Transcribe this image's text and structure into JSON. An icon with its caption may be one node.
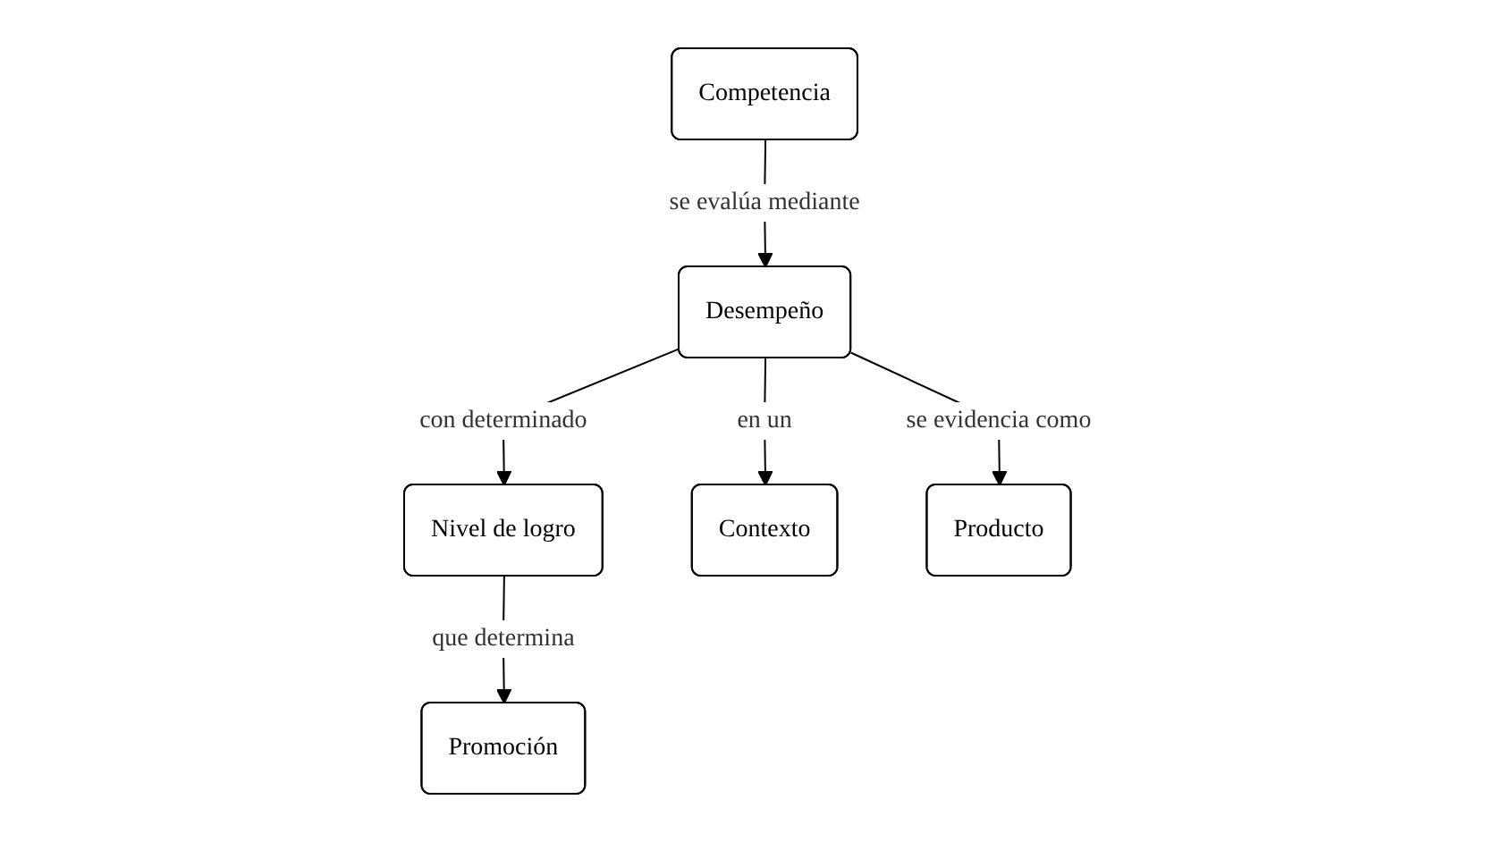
{
  "diagram": {
    "nodes": [
      {
        "text": [
          "Competencia"
        ]
      },
      {
        "text": [
          "Desempeño"
        ]
      },
      {
        "text": [
          "Nivel de logro"
        ]
      },
      {
        "text": [
          "Contexto"
        ]
      },
      {
        "text": [
          "Promoción"
        ]
      },
      {
        "text": [
          "Producto"
        ]
      }
    ],
    "edges": [
      {
        "from": 0,
        "to": 1,
        "arrow": "to",
        "label": "se evalúa mediante"
      },
      {
        "from": 1,
        "to": 2,
        "arrow": "to",
        "label": "con determinado"
      },
      {
        "from": 1,
        "to": 3,
        "arrow": "to",
        "label": "en un"
      },
      {
        "from": 1,
        "to": 5,
        "arrow": "to",
        "label": "se evidencia como"
      },
      {
        "from": 2,
        "to": 4,
        "arrow": "to",
        "label": "que determina"
      }
    ]
  }
}
